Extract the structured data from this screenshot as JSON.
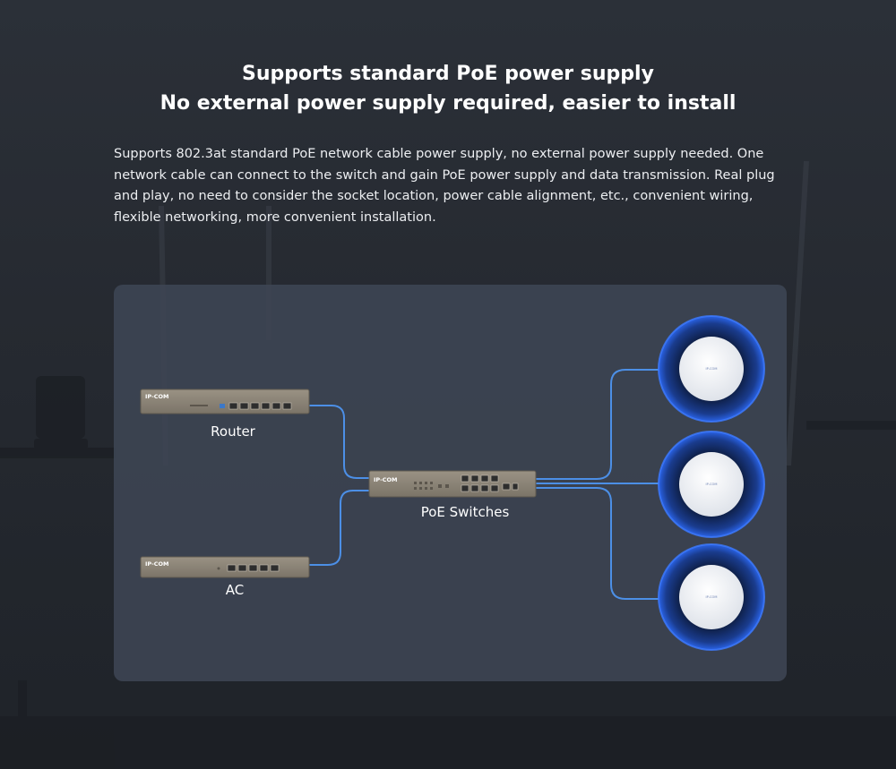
{
  "heading": {
    "line1": "Supports standard PoE power supply",
    "line2": "No external power supply required, easier to install"
  },
  "description": "Supports 802.3at standard PoE network cable power supply, no external power supply needed. One network cable can connect to the switch and gain PoE power supply and data transmission. Real plug and play, no need to consider the socket location, power cable alignment, etc., convenient wiring, flexible networking, more convenient installation.",
  "diagram": {
    "router": {
      "label": "Router",
      "brand": "IP-COM"
    },
    "ac": {
      "label": "AC",
      "brand": "IP-COM"
    },
    "switch": {
      "label": "PoE Switches",
      "brand": "IP-COM"
    },
    "access_points": [
      {
        "brand": "IP-COM"
      },
      {
        "brand": "IP-COM"
      },
      {
        "brand": "IP-COM"
      }
    ]
  },
  "colors": {
    "cable": "#4c8fe6",
    "ap_glow": "#2a63e6",
    "device_body": "#8d8579",
    "panel": "#3e4654"
  }
}
